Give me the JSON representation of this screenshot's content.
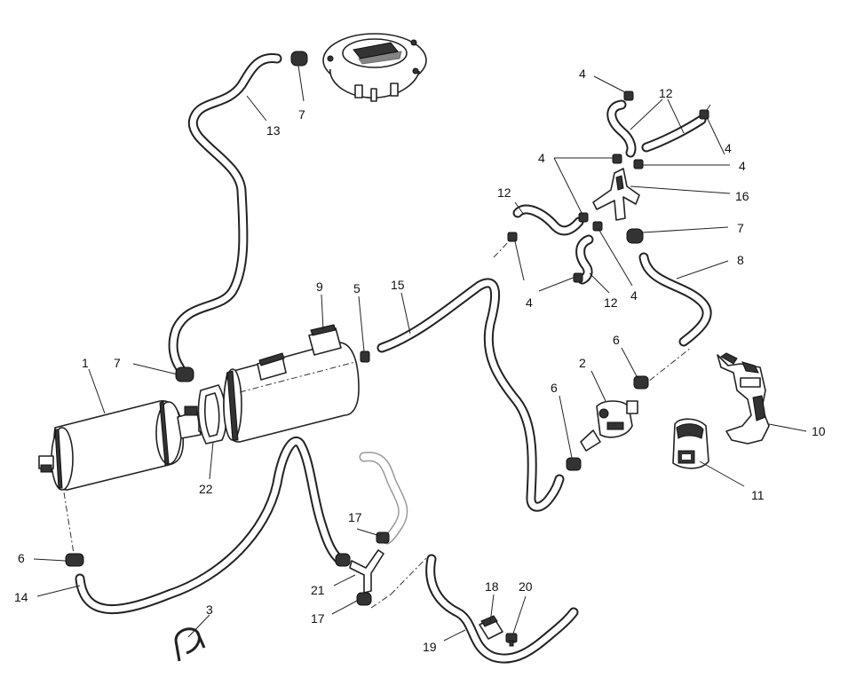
{
  "diagram": {
    "title": "Evaporative emission system - exploded parts diagram",
    "callouts": {
      "c1": "1",
      "c2": "2",
      "c3": "3",
      "c4a": "4",
      "c4b": "4",
      "c4c": "4",
      "c4d": "4",
      "c4e": "4",
      "c4f": "4",
      "c5": "5",
      "c6a": "6",
      "c6b": "6",
      "c6c": "6",
      "c7a": "7",
      "c7b": "7",
      "c7c": "7",
      "c8": "8",
      "c9": "9",
      "c10": "10",
      "c11": "11",
      "c12a": "12",
      "c12b": "12",
      "c12c": "12",
      "c13": "13",
      "c14": "14",
      "c15": "15",
      "c16": "16",
      "c17a": "17",
      "c17b": "17",
      "c18": "18",
      "c19": "19",
      "c20": "20",
      "c21": "21",
      "c22": "22"
    }
  }
}
